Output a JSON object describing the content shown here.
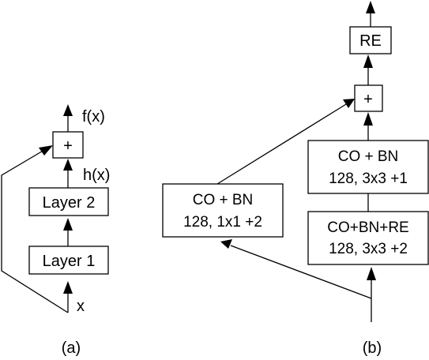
{
  "panel_a": {
    "caption": "(a)",
    "output_label": "f(x)",
    "intermediate_label": "h(x)",
    "input_label": "x",
    "add_symbol": "+",
    "layer2": "Layer 2",
    "layer1": "Layer 1"
  },
  "panel_b": {
    "caption": "(b)",
    "re_box": "RE",
    "add_symbol": "+",
    "block_top": {
      "line1": "CO + BN",
      "line2": "128, 3x3 +1"
    },
    "block_bottom": {
      "line1": "CO+BN+RE",
      "line2": "128, 3x3 +2"
    },
    "shortcut": {
      "line1": "CO + BN",
      "line2": "128, 1x1 +2"
    }
  }
}
